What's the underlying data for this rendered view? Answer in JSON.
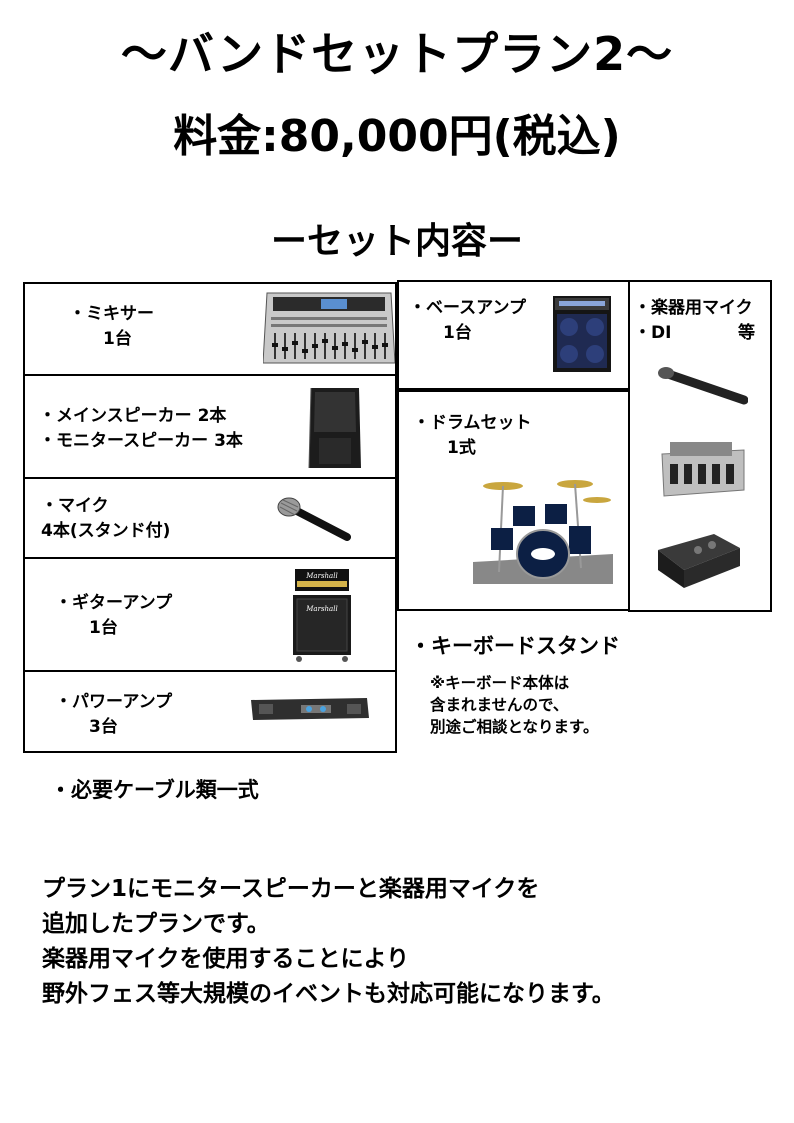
{
  "header": {
    "title": "〜バンドセットプラン2〜",
    "price": "料金:80,000円(税込)",
    "section_title": "ーセット内容ー"
  },
  "items": {
    "mixer": "・ミキサー\n　　1台",
    "main_speaker": "・メインスピーカー 2本",
    "monitor_speaker": "・モニタースピーカー 3本",
    "mic": "・マイク\n4本(スタンド付)",
    "guitar_amp": "・ギターアンプ\n　　1台",
    "power_amp": "・パワーアンプ\n　　3台",
    "bass_amp": "・ベースアンプ\n　　1台",
    "drum_set": "・ドラムセット\n　　1式",
    "inst_mic": "・楽器用マイク",
    "di": "・DI",
    "di_suffix": "等",
    "keyboard_stand": "・キーボードスタンド",
    "keyboard_note": "※キーボード本体は\n含まれませんので、\n別途ご相談となります。",
    "cables": "・必要ケーブル類一式"
  },
  "description": {
    "lines": [
      "プラン1にモニタースピーカーと楽器用マイクを",
      "追加したプランです。",
      "楽器用マイクを使用することにより",
      "野外フェス等大規模のイベントも対応可能になります。"
    ]
  }
}
